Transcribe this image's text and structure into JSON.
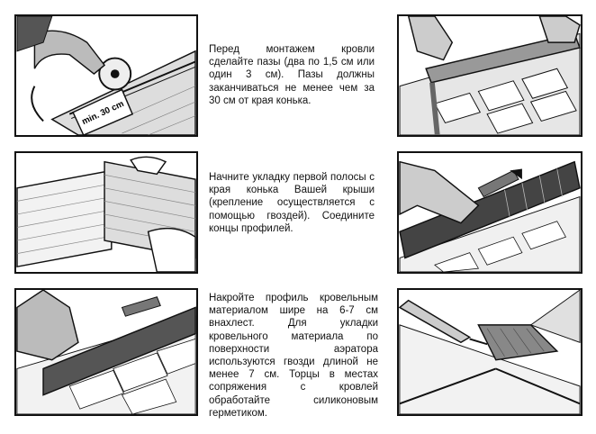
{
  "steps": [
    {
      "text": "Перед монтажем кровли сделайте пазы (два по 1,5 см или один 3 см). Пазы должны заканчиваться не менее чем за 30 см от края конька.",
      "illustration_label": "min. 30 cm"
    },
    {
      "text": "Начните укладку первой полосы с края конька Вашей крыши (крепление осуществляется с помощью гвоздей). Соедините концы профилей."
    },
    {
      "text": "Накройте профиль кровельным материалом шире на 6-7 см внахлест. Для укладки кровельного материала по поверхности аэратора используются гвозди длиной не менее 7 см. Торцы в местах сопряжения с кровлей обработайте силиконовым герметиком."
    }
  ],
  "colors": {
    "ink": "#111111",
    "paper": "#ffffff",
    "shade": "#555555"
  }
}
